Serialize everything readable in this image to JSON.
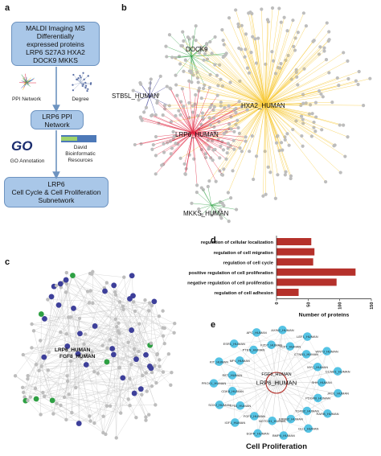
{
  "panels": {
    "a": "a",
    "b": "b",
    "c": "c",
    "d": "d",
    "e": "e"
  },
  "panel_a": {
    "box1": [
      "MALDI Imaging MS",
      "Differentially",
      "expressed proteins",
      "LRP6   S27A3   HXA2",
      "DOCK9   MKKS"
    ],
    "ppi_network_label": "PPI Network",
    "degree_label": "Degree",
    "box2": [
      "LRP6 PPI",
      "Network"
    ],
    "go_logo": "GO",
    "go_annotation_label": "GO Annotation",
    "david_label": [
      "David",
      "Bioinformatic",
      "Resources"
    ],
    "box3": [
      "LRP6",
      "Cell Cycle & Cell Proliferation",
      "Subnetwork"
    ]
  },
  "panel_b": {
    "hubs": [
      {
        "name": "DOCK9",
        "color": "#2ea043"
      },
      {
        "name": "STB5L_HUMAN",
        "color": "#4a4ea8"
      },
      {
        "name": "HXA2_HUMAN",
        "color": "#f5b800"
      },
      {
        "name": "LRP6_HUMAN",
        "color": "#e0233f"
      },
      {
        "name": "MKKS_HUMAN",
        "color": "#2ea043"
      }
    ]
  },
  "panel_c": {
    "hub_labels": [
      "LRP6_HUMAN",
      "FGF8_HUMAN"
    ]
  },
  "chart_data": {
    "type": "bar",
    "orientation": "horizontal",
    "categories": [
      "regulation of cellular localization",
      "regulation of cell migration",
      "regulation of cell cycle",
      "positive regulation of cell proliferation",
      "negative regulation of cell proliferation",
      "regulation of cell adhesion"
    ],
    "values": [
      55,
      60,
      58,
      125,
      95,
      35
    ],
    "xlabel": "Number of proteins",
    "xlim": [
      0,
      150
    ],
    "xticks": [
      "0",
      "50",
      "100",
      "150"
    ],
    "bar_color": "#b5312b"
  },
  "panel_e": {
    "title": "Cell Proliferation",
    "center_label": "LRP6_HUMAN",
    "inner_label": "FGF8_HUMAN",
    "nodes": [
      "JAG1_HUMAN",
      "PDGFB_HUMAN",
      "RARB_HUMAN",
      "TGFB2_HUMAN",
      "GLI1_HUMAN",
      "ERBB2_HUMAN",
      "BMP4_HUMAN",
      "NOTCH1_HUMAN",
      "EGFR_HUMAN",
      "FGF2_HUMAN",
      "IGF1_HUMAN",
      "TP53_HUMAN",
      "SOX2_HUMAN",
      "CDK6_HUMAN",
      "PROX1_HUMAN",
      "RET_HUMAN",
      "KIT_HUMAN",
      "MPL_HUMAN",
      "ESR1_HUMAN",
      "PTEN_HUMAN",
      "APC_HUMAN",
      "FZD7_HUMAN",
      "AXIN2_HUMAN",
      "TCF7_HUMAN",
      "LEF1_HUMAN",
      "CTNB1_HUMAN",
      "WNT3_HUMAN",
      "MYC_HUMAN",
      "CCND1_HUMAN",
      "SHH_HUMAN"
    ]
  },
  "colors": {
    "flow_box": "#a9c7e8",
    "node_gray": "#bdbdbd",
    "node_blue": "#3d3f9a",
    "node_green": "#2ea043",
    "node_cyan": "#55c3e4",
    "edge_yellow": "#f7c938",
    "edge_red": "#e0233f"
  }
}
